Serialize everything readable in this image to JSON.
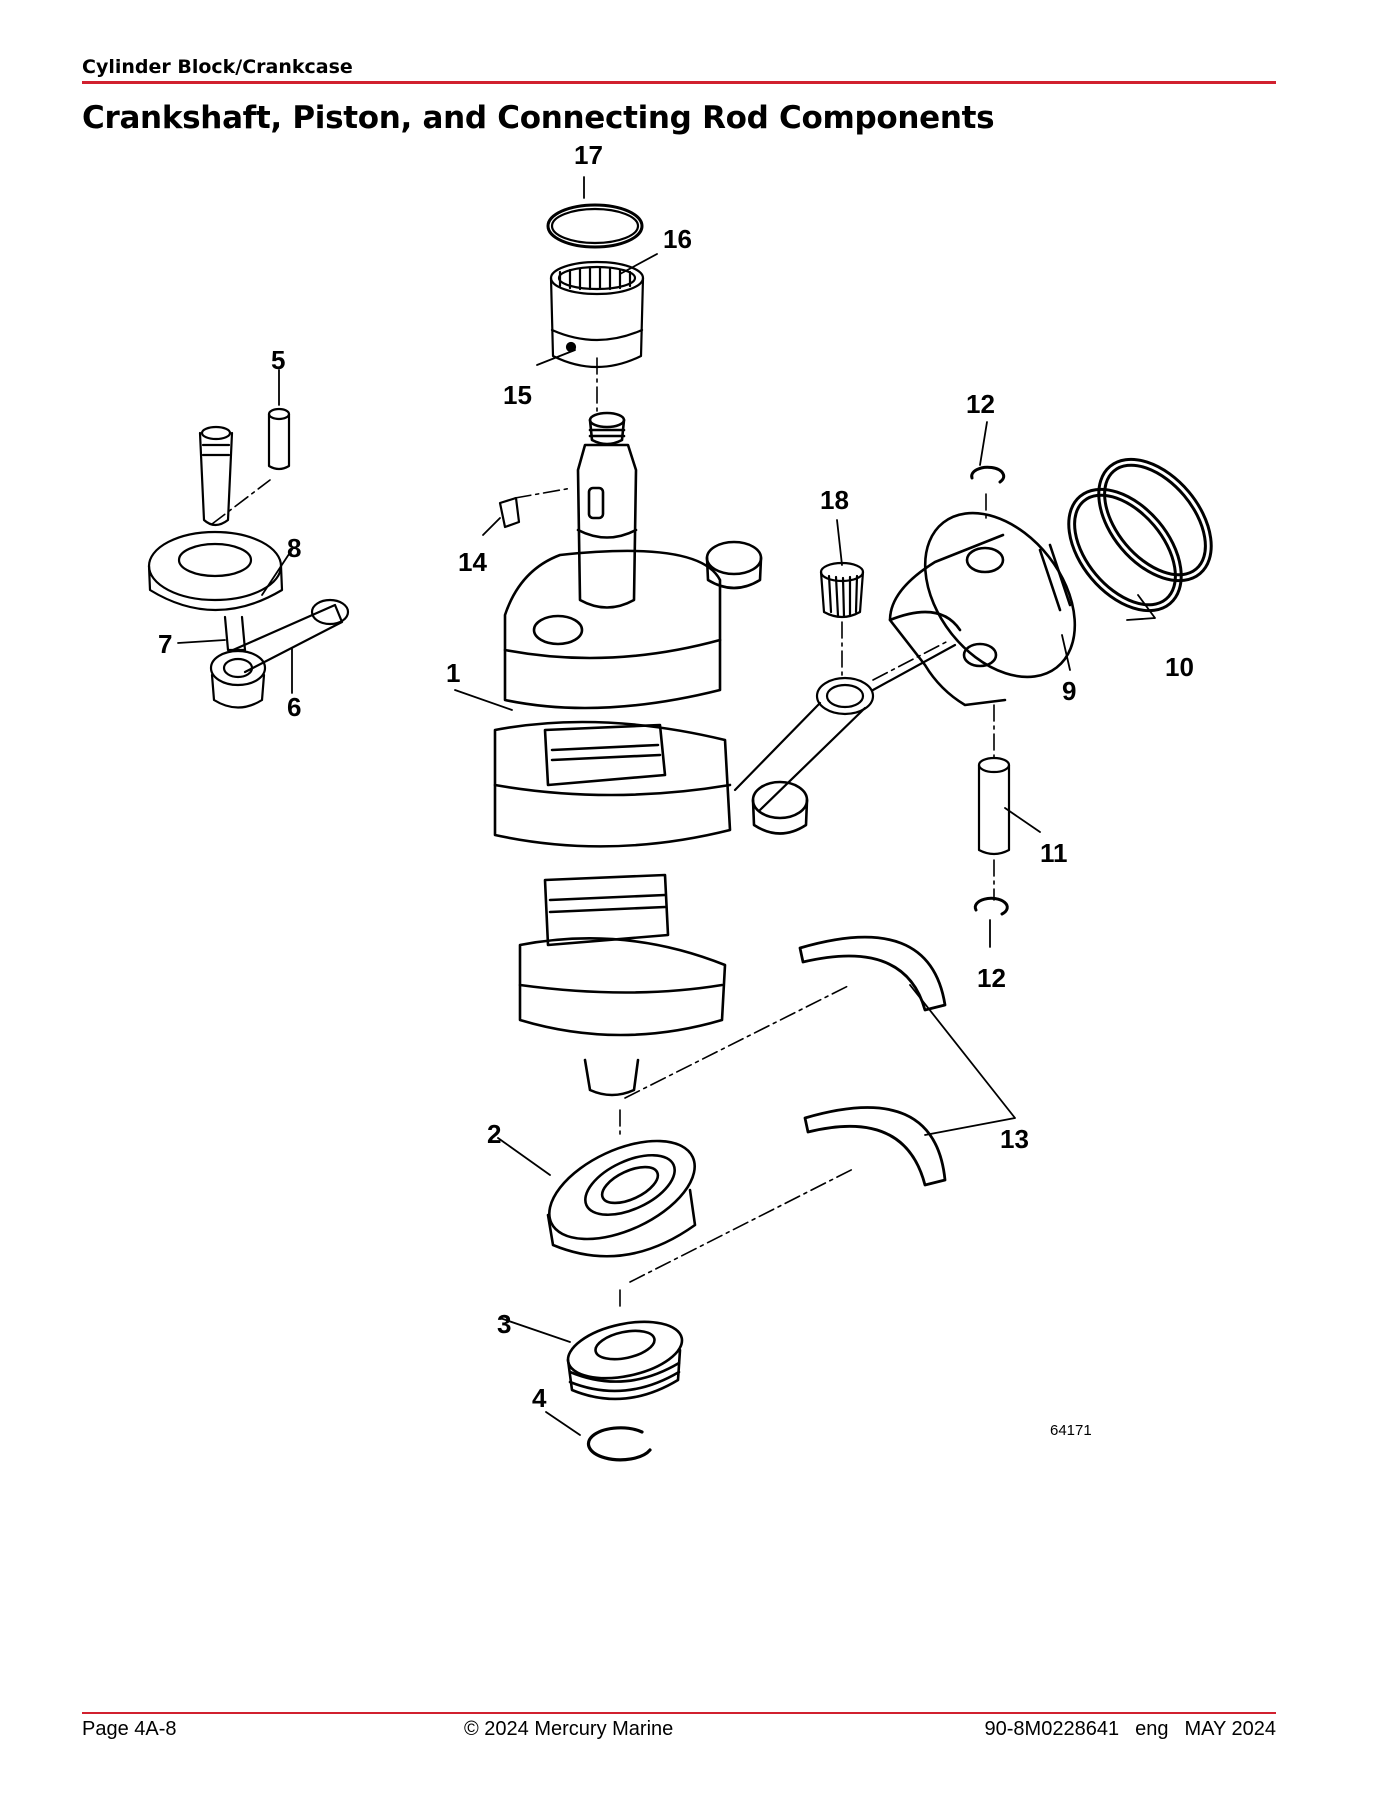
{
  "header": {
    "section": "Cylinder Block/Crankcase"
  },
  "title": "Crankshaft, Piston, and Connecting Rod Components",
  "figure": {
    "id": "64171",
    "callouts": [
      "1",
      "2",
      "3",
      "4",
      "5",
      "6",
      "7",
      "8",
      "9",
      "10",
      "11",
      "12",
      "12",
      "13",
      "14",
      "15",
      "16",
      "17",
      "18"
    ]
  },
  "footer": {
    "page": "Page 4A-8",
    "copyright": "© 2024 Mercury Marine",
    "doc_number": "90-8M0228641",
    "language": "eng",
    "date": "MAY 2024"
  },
  "colors": {
    "accent": "#d1202f"
  }
}
